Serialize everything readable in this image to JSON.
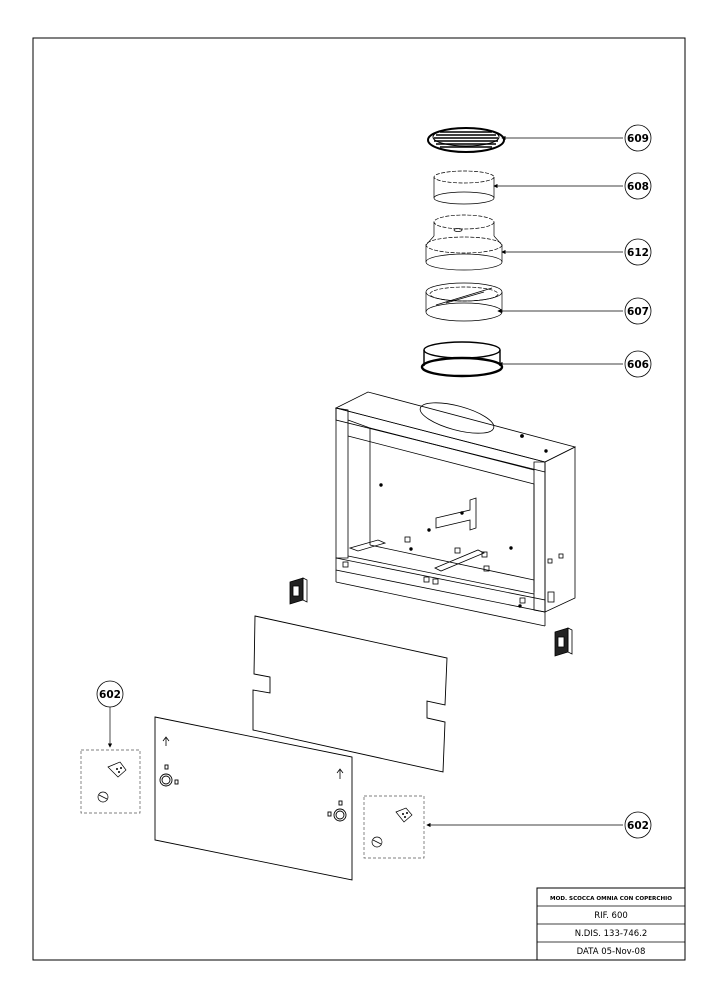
{
  "callouts": {
    "c609": "609",
    "c608": "608",
    "c612": "612",
    "c607": "607",
    "c606": "606",
    "c602_left": "602",
    "c602_right": "602"
  },
  "title_block": {
    "description": "MOD. SCOCCA OMNIA CON COPERCHIO",
    "reference": "RIF. 600",
    "drawing_number": "N.DIS. 133-746.2",
    "date": "DATA 05-Nov-08"
  },
  "colors": {
    "line": "#000000",
    "dashed": "#555555",
    "paper": "#ffffff"
  }
}
